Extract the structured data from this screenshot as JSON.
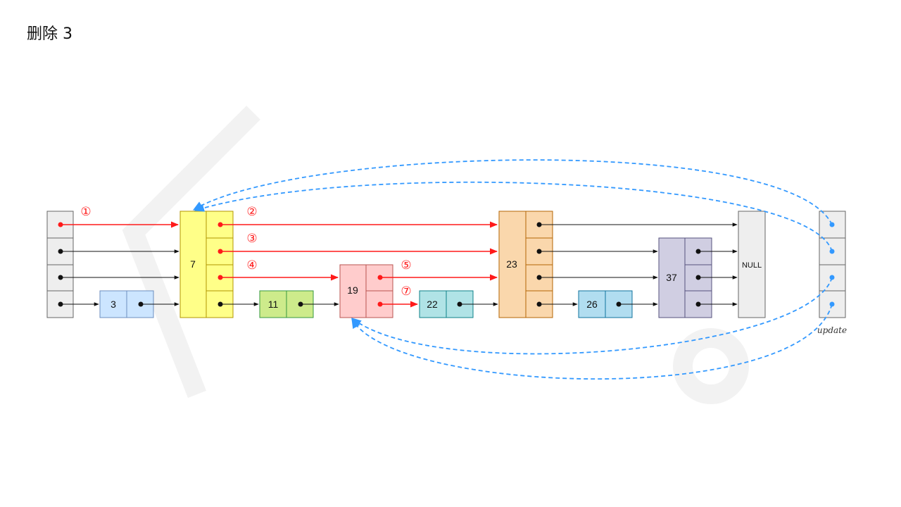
{
  "title": "删除 3",
  "diagram": {
    "nodes": {
      "n3": "3",
      "n7": "7",
      "n11": "11",
      "n19": "19",
      "n22": "22",
      "n23": "23",
      "n26": "26",
      "n37": "37",
      "null": "NULL"
    },
    "steps": [
      "①",
      "②",
      "③",
      "④",
      "⑤",
      "⑦"
    ],
    "update_label": "update",
    "colors": {
      "header": "#eeeeee",
      "n3": "#cce5ff",
      "n7": "#ffff88",
      "n11": "#cdeb8b",
      "n19": "#ffcccc",
      "n22": "#b0e3e6",
      "n23": "#fad7ac",
      "n26": "#b1ddf0",
      "n37": "#d0cee2",
      "null": "#eeeeee",
      "update": "#eeeeee",
      "red_arrow": "#ff1a1a",
      "blue_dashed": "#3399ff"
    }
  }
}
